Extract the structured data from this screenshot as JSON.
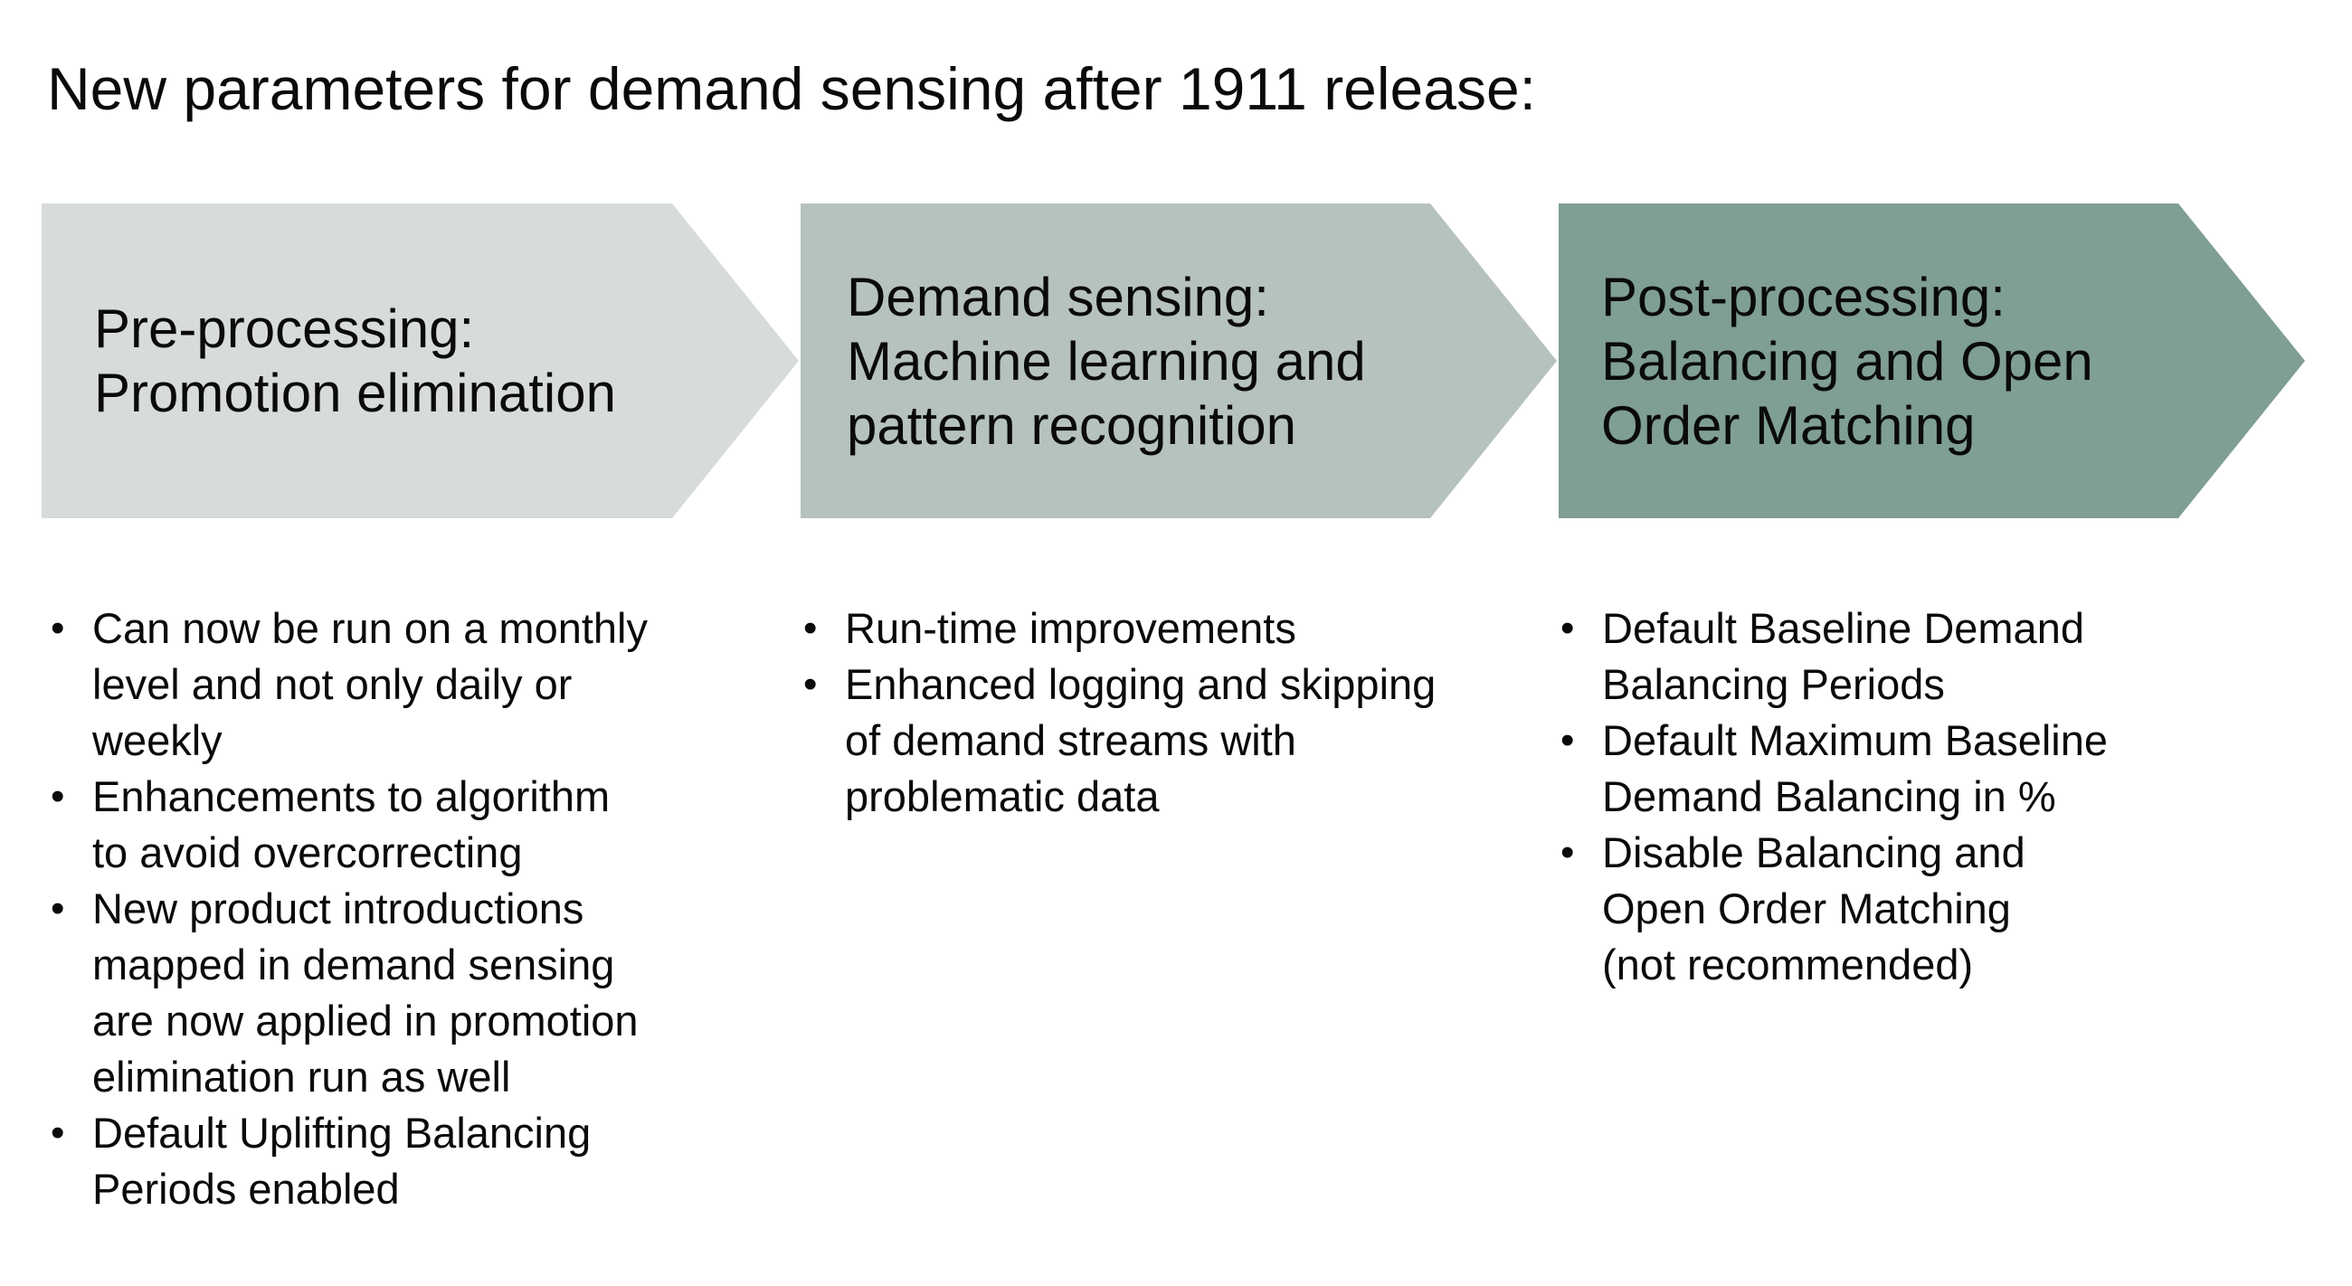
{
  "title": "New parameters for demand sensing after 1911 release:",
  "bullet_glyph": "•",
  "colors": {
    "background": "#ffffff",
    "text": "#0a0a0a",
    "stage1_bg": "#d7dcd8",
    "stage2_bg": "#b6c2bc",
    "stage3_bg": "#7f9e94"
  },
  "stages": [
    {
      "heading": "Pre-processing:\nPromotion elimination",
      "bullets": [
        "Can now be run on a monthly\nlevel and not only daily or\nweekly",
        "Enhancements to algorithm\nto avoid overcorrecting",
        "New product introductions\nmapped in demand sensing\nare now applied in promotion\nelimination run as well",
        "Default Uplifting Balancing\nPeriods enabled"
      ]
    },
    {
      "heading": "Demand sensing:\nMachine learning and\npattern recognition",
      "bullets": [
        "Run-time improvements",
        "Enhanced logging and skipping\nof demand streams with\nproblematic data"
      ]
    },
    {
      "heading": "Post-processing:\nBalancing and Open\nOrder Matching",
      "bullets": [
        "Default Baseline Demand\nBalancing Periods",
        "Default Maximum Baseline\nDemand Balancing in %",
        "Disable Balancing and\nOpen Order Matching\n(not recommended)"
      ]
    }
  ]
}
